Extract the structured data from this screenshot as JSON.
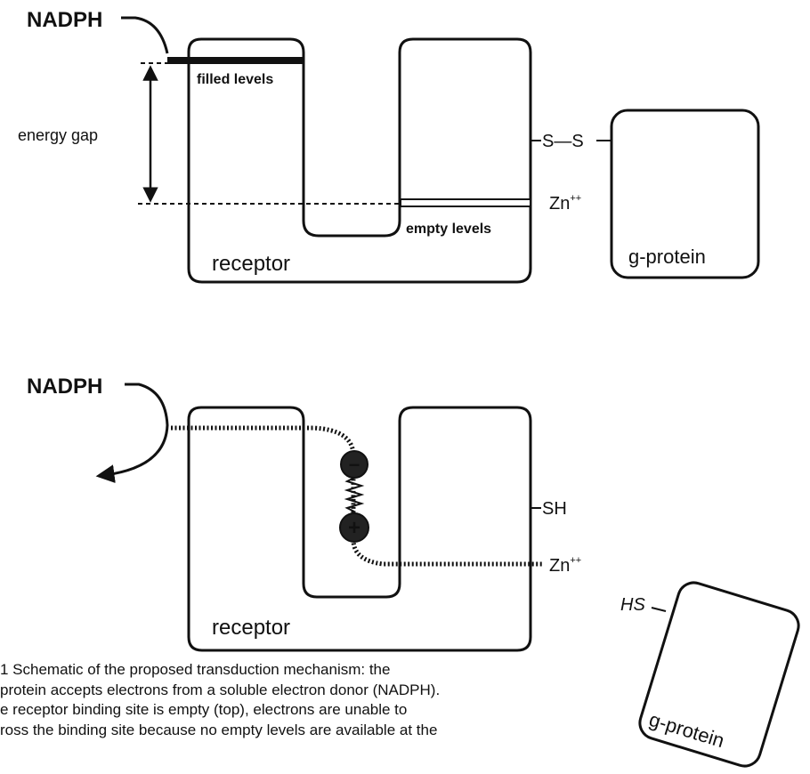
{
  "top_panel": {
    "donor": "NADPH",
    "filled_levels": "filled levels",
    "energy_gap": "energy gap",
    "empty_levels": "empty levels",
    "bridge": "S—S",
    "metal": "Zn",
    "metal_charge": "++",
    "receptor": "receptor",
    "g_protein": "g-protein"
  },
  "bottom_panel": {
    "donor": "NADPH",
    "receptor_thiol": "SH",
    "metal": "Zn",
    "metal_charge": "++",
    "receptor": "receptor",
    "g_protein_thiol": "HS",
    "g_protein": "g-protein",
    "electron_symbol": "−",
    "hole_symbol": "+"
  },
  "caption": {
    "line1": "1  Schematic of the proposed transduction mechanism: the",
    "line2": "protein accepts electrons from a soluble electron donor (NADPH).",
    "line3": "e receptor binding site is empty (top), electrons are unable to",
    "line4": "ross the binding site because no empty levels are available at the"
  }
}
